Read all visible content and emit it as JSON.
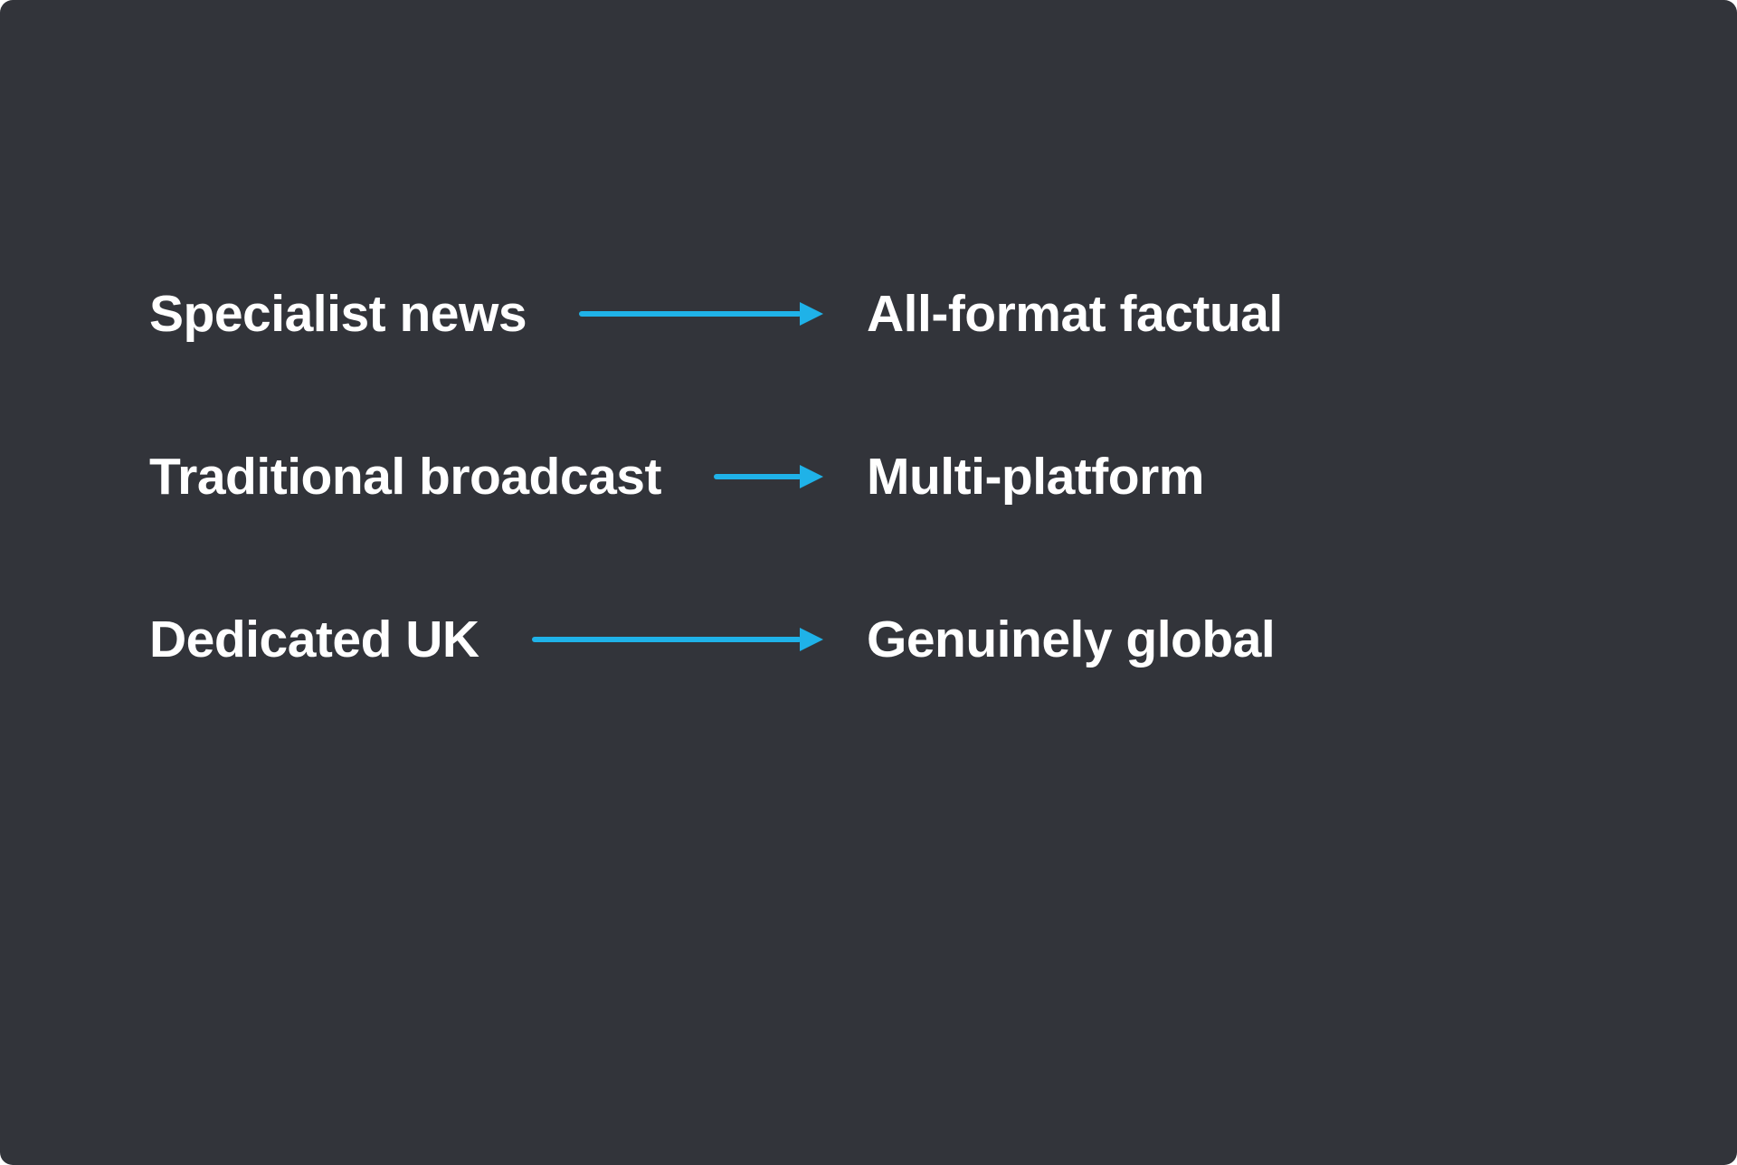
{
  "slide": {
    "background_color": "#32343a",
    "arrow_color": "#1fb2e8",
    "text_color": "#ffffff",
    "rows": [
      {
        "from": "Specialist news",
        "to": "All-format factual"
      },
      {
        "from": "Traditional broadcast",
        "to": "Multi-platform"
      },
      {
        "from": "Dedicated UK",
        "to": "Genuinely global"
      }
    ]
  }
}
